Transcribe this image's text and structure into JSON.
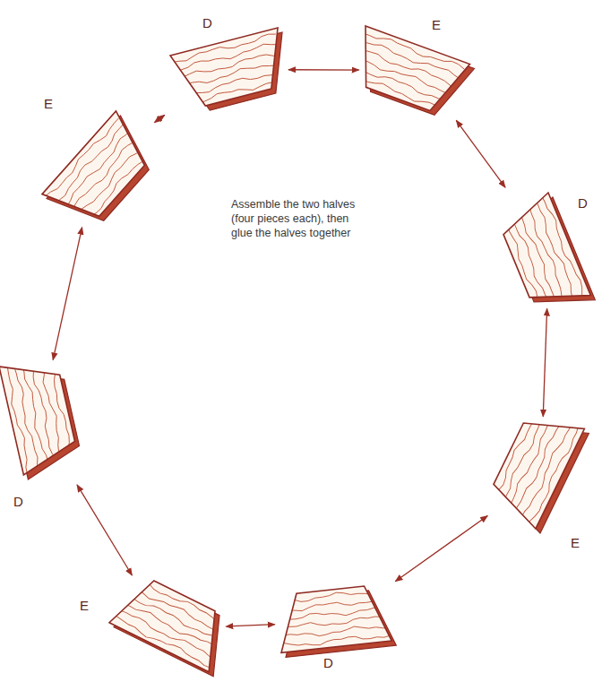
{
  "diagram": {
    "nodes": [
      {
        "text": [
          "D"
        ]
      },
      {
        "text": [
          "E"
        ]
      },
      {
        "text": [
          "D"
        ]
      },
      {
        "text": [
          "E"
        ]
      },
      {
        "text": [
          "D"
        ]
      },
      {
        "text": [
          "E"
        ]
      },
      {
        "text": [
          "D"
        ]
      },
      {
        "text": [
          "E"
        ]
      }
    ],
    "edges": [
      {
        "from": 0,
        "to": 1,
        "arrow": "both"
      },
      {
        "from": 1,
        "to": 2,
        "arrow": "both"
      },
      {
        "from": 2,
        "to": 3,
        "arrow": "both"
      },
      {
        "from": 3,
        "to": 4,
        "arrow": "both"
      },
      {
        "from": 4,
        "to": 5,
        "arrow": "both"
      },
      {
        "from": 5,
        "to": 6,
        "arrow": "both"
      },
      {
        "from": 6,
        "to": 7,
        "arrow": "both"
      },
      {
        "from": 7,
        "to": 0,
        "arrow": "both"
      }
    ],
    "labels": [
      "Assemble the two halves (four pieces each), then glue the halves together"
    ]
  }
}
